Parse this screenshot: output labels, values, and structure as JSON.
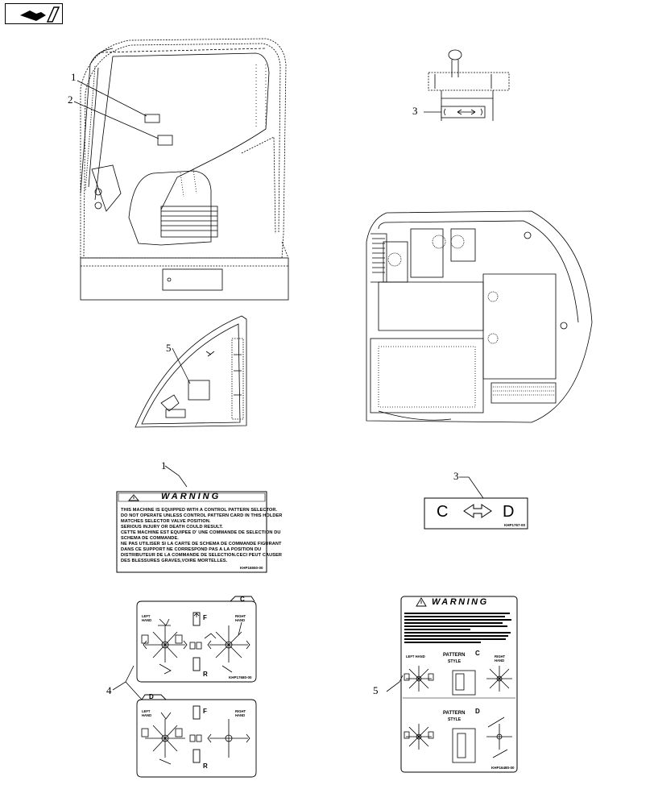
{
  "nav": {
    "icon": "next-page-arrow-icon"
  },
  "callouts": {
    "c1_top": "1",
    "c2_top": "2",
    "c3_top": "3",
    "c5_mid": "5",
    "c1_label": "1",
    "c3_label": "3",
    "c4_label": "4",
    "c5_label": "5"
  },
  "warning_decal": {
    "title": "WARNING",
    "lines": [
      "THIS MACHINE IS EQUIPPED WITH A CONTROL PATTERN SELECTOR.",
      "DO NOT OPERATE UNLESS CONTROL PATTERN CARD IN THIS HOLDER",
      "MATCHES SELECTOR VALVE POSITION.",
      "SERIOUS INJURY OR DEATH COULD RESULT.",
      "CETTE MACHINE EST EQUIPEE D' UNE COMMANDE DE SELECTION DU",
      "SCHEMA DE COMMANDE.",
      "NE PAS UTILISER SI LA CARTE DE SCHEMA DE COMMANDE FIGURANT",
      "DANS CE SUPPORT NE CORRESPOND PAS A LA POSITION DU",
      "DISTRIBUTEUR DE LA COMMANDE DE SELECTION.CECI PEUT CAUSER",
      "DES BLESSURES GRAVES,VOIRE MORTELLES."
    ],
    "part_code": "KHP16550-00"
  },
  "cd_decal": {
    "left": "C",
    "right": "D",
    "part_code": "KHP1767-00"
  },
  "pattern_card_c": {
    "tab": "C",
    "forward": "F",
    "reverse": "R",
    "left": "LEFT HAND",
    "right": "RIGHT HAND",
    "part_code": "KHP17680-00"
  },
  "pattern_card_d": {
    "tab": "D",
    "forward": "F",
    "reverse": "R",
    "left": "LEFT HAND",
    "right": "RIGHT HAND"
  },
  "warning_card_5": {
    "title": "WARNING",
    "pattern_c_label": "PATTERN",
    "pattern_c_letter": "C",
    "pattern_d_label": "PATTERN",
    "pattern_d_letter": "D",
    "style_label": "STYLE",
    "left": "LEFT HAND",
    "right": "RIGHT HAND",
    "part_code": "KHP16480-00"
  }
}
